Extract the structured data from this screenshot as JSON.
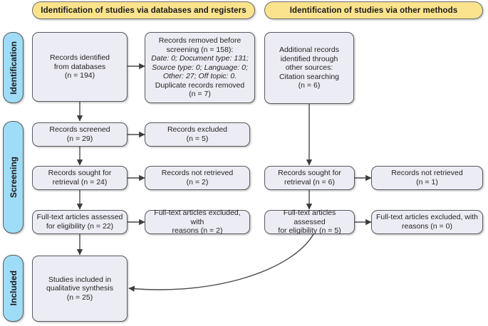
{
  "diagram": {
    "title": "PRISMA flow diagram",
    "colors": {
      "banner_fill": "#fbe38e",
      "stage_fill": "#9fdcf7",
      "box_fill": "#ecedf4",
      "border": "#58595b",
      "text": "#231f20",
      "page_background": "#ffffff"
    }
  },
  "banners": [
    {
      "id": "databases",
      "label": "Identification of studies via databases and registers"
    },
    {
      "id": "other",
      "label": "Identification of studies via other methods"
    }
  ],
  "stages": [
    {
      "id": "identification",
      "label": "Identification"
    },
    {
      "id": "screening",
      "label": "Screening"
    },
    {
      "id": "included",
      "label": "Included"
    }
  ],
  "left_column": {
    "records_identified": "Records identified\nfrom databases\n(n = 194)",
    "records_removed_line1": "Records removed before\nscreening (n = 158):",
    "records_removed_line2": "Date: 0; Document type: 131;\nSource type: 0; Language: 0;\nOther: 27; Off topic: 0.",
    "records_removed_line3": "Duplicate records removed\n(n = 7)",
    "records_screened": "Records screened\n(n = 29)",
    "records_excluded": "Records excluded\n(n = 5)",
    "records_sought": "Records sought for\nretrieval (n = 24)",
    "records_not_retrieved": "Records not retrieved\n(n = 2)",
    "fulltext_assessed": "Full-text articles assessed\nfor eligibility (n = 22)",
    "fulltext_excluded": "Full-text articles excluded, with\nreasons (n = 2)",
    "studies_included": "Studies included in\nqualitative synthesis\n(n = 25)"
  },
  "right_column": {
    "additional_records": "Additional records\nidentified through\nother sources:\nCitation searching\n(n = 6)",
    "records_sought": "Records sought for\nretrieval (n = 6)",
    "records_not_retrieved": "Records not retrieved\n(n = 1)",
    "fulltext_assessed": "Full-text articles assessed\nfor eligibility (n = 5)",
    "fulltext_excluded": "Full-text articles excluded, with\nreasons (n = 0)"
  },
  "counts": {
    "identified_databases": 194,
    "removed_before_screening": 158,
    "removed_date": 0,
    "removed_document_type": 131,
    "removed_source_type": 0,
    "removed_language": 0,
    "removed_other": 27,
    "removed_off_topic": 0,
    "duplicates_removed": 7,
    "screened": 29,
    "excluded": 5,
    "sought_retrieval": 24,
    "not_retrieved": 2,
    "fulltext_assessed": 22,
    "fulltext_excluded": 2,
    "additional_records": 6,
    "other_sought_retrieval": 6,
    "other_not_retrieved": 1,
    "other_fulltext_assessed": 5,
    "other_fulltext_excluded": 0,
    "studies_included": 25
  }
}
